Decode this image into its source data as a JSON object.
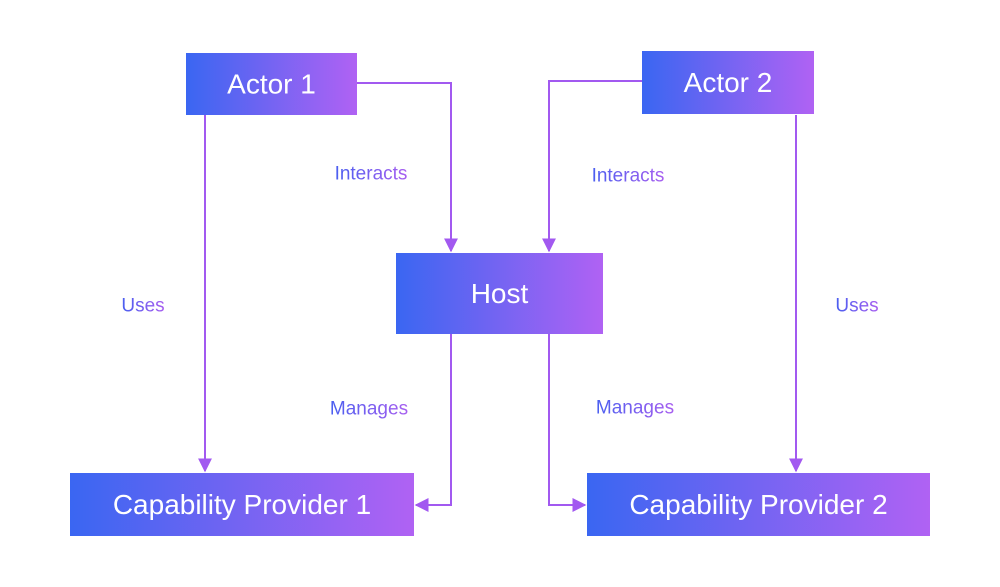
{
  "colors": {
    "gradient_start": "#3a66f2",
    "gradient_end": "#b062f3",
    "edge": "#a259f0",
    "label_start": "#4a5ff0",
    "label_end": "#a85ff0"
  },
  "nodes": {
    "actor1": {
      "label": "Actor 1"
    },
    "actor2": {
      "label": "Actor 2"
    },
    "host": {
      "label": "Host"
    },
    "provider1": {
      "label": "Capability Provider 1"
    },
    "provider2": {
      "label": "Capability Provider 2"
    }
  },
  "edges": {
    "actor1_host": {
      "label": "Interacts"
    },
    "actor2_host": {
      "label": "Interacts"
    },
    "actor1_provider1": {
      "label": "Uses"
    },
    "actor2_provider2": {
      "label": "Uses"
    },
    "host_provider1": {
      "label": "Manages"
    },
    "host_provider2": {
      "label": "Manages"
    }
  }
}
